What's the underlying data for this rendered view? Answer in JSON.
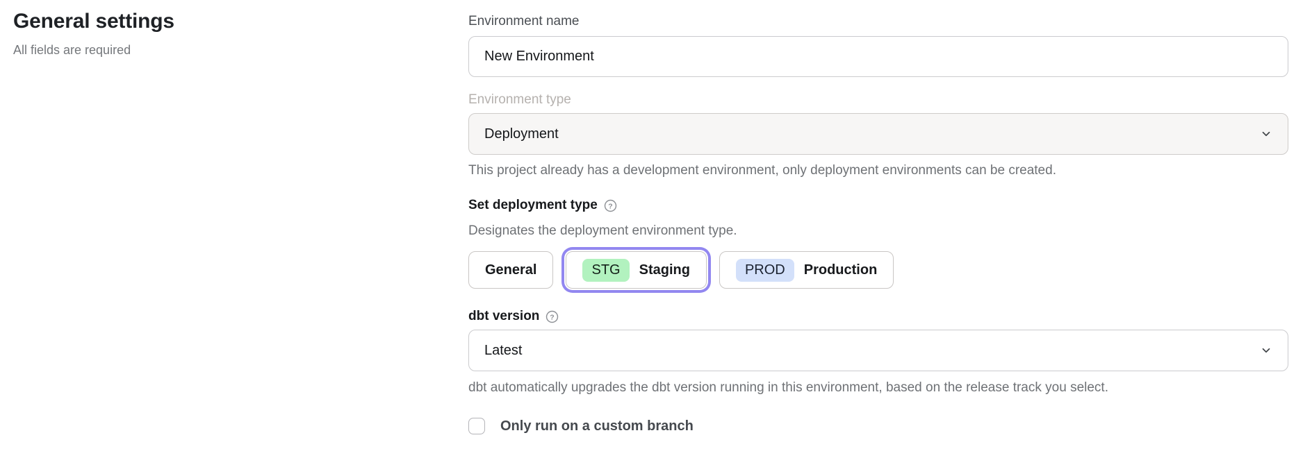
{
  "page": {
    "title": "General settings",
    "subtitle": "All fields are required"
  },
  "form": {
    "environment_name": {
      "label": "Environment name",
      "value": "New Environment"
    },
    "environment_type": {
      "label": "Environment type",
      "value": "Deployment",
      "disabled": true,
      "helper": "This project already has a development environment, only deployment environments can be created."
    },
    "deployment_type": {
      "label": "Set deployment type",
      "helper": "Designates the deployment environment type.",
      "options": [
        {
          "label": "General",
          "badge": "",
          "selected": false
        },
        {
          "label": "Staging",
          "badge": "STG",
          "selected": true
        },
        {
          "label": "Production",
          "badge": "PROD",
          "selected": false
        }
      ]
    },
    "dbt_version": {
      "label": "dbt version",
      "value": "Latest",
      "helper": "dbt automatically upgrades the dbt version running in this environment, based on the release track you select."
    },
    "custom_branch": {
      "label": "Only run on a custom branch",
      "checked": false
    }
  },
  "icons": {
    "help_glyph": "?"
  },
  "colors": {
    "accent_purple": "#9287f0",
    "badge_stg_bg": "#b2f2bf",
    "badge_prod_bg": "#d3e0fa",
    "disabled_field_bg": "#f7f6f5",
    "border_gray": "#cbcbce",
    "helper_text": "#6e7175"
  }
}
